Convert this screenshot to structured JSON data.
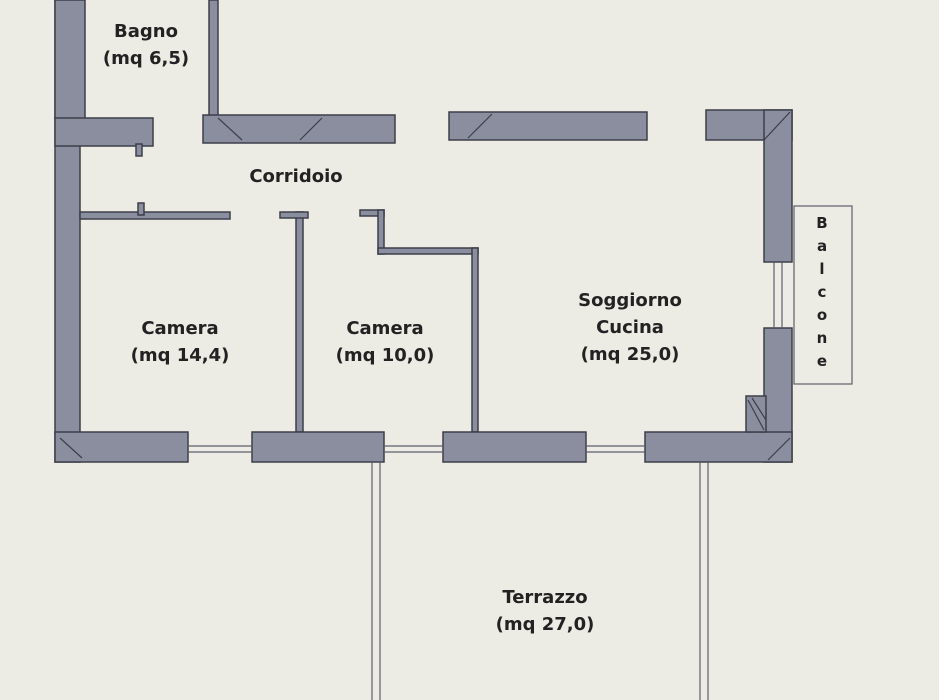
{
  "colors": {
    "background": "#ecebe4",
    "wall": "#8a8e9e",
    "wall_edge": "#3c3f4a",
    "line": "#5c5f6a",
    "text": "#222222"
  },
  "rooms": {
    "bagno": {
      "name": "Bagno",
      "area": "(mq 6,5)"
    },
    "corridoio": {
      "name": "Corridoio"
    },
    "camera1": {
      "name": "Camera",
      "area": "(mq 14,4)"
    },
    "camera2": {
      "name": "Camera",
      "area": "(mq 10,0)"
    },
    "soggiorno": {
      "name_line1": "Soggiorno",
      "name_line2": "Cucina",
      "area": "(mq 25,0)"
    },
    "terrazzo": {
      "name": "Terrazzo",
      "area": "(mq 27,0)"
    },
    "balcone": {
      "letters": [
        "B",
        "a",
        "l",
        "c",
        "o",
        "n",
        "e"
      ]
    }
  }
}
